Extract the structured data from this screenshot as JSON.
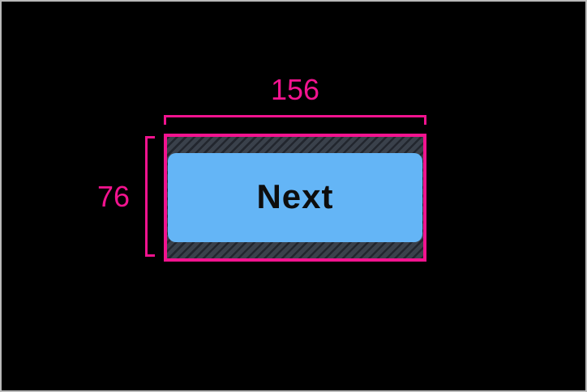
{
  "button": {
    "label": "Next"
  },
  "measurements": {
    "width_label": "156",
    "height_label": "76"
  },
  "colors": {
    "background": "#000000",
    "frame_border": "#b9b9b9",
    "guide": "#f2138f",
    "button_fill": "#64b5f6",
    "button_text": "#0d0d0d",
    "hatch_base": "#3a414b",
    "hatch_stripe": "#22262e"
  }
}
